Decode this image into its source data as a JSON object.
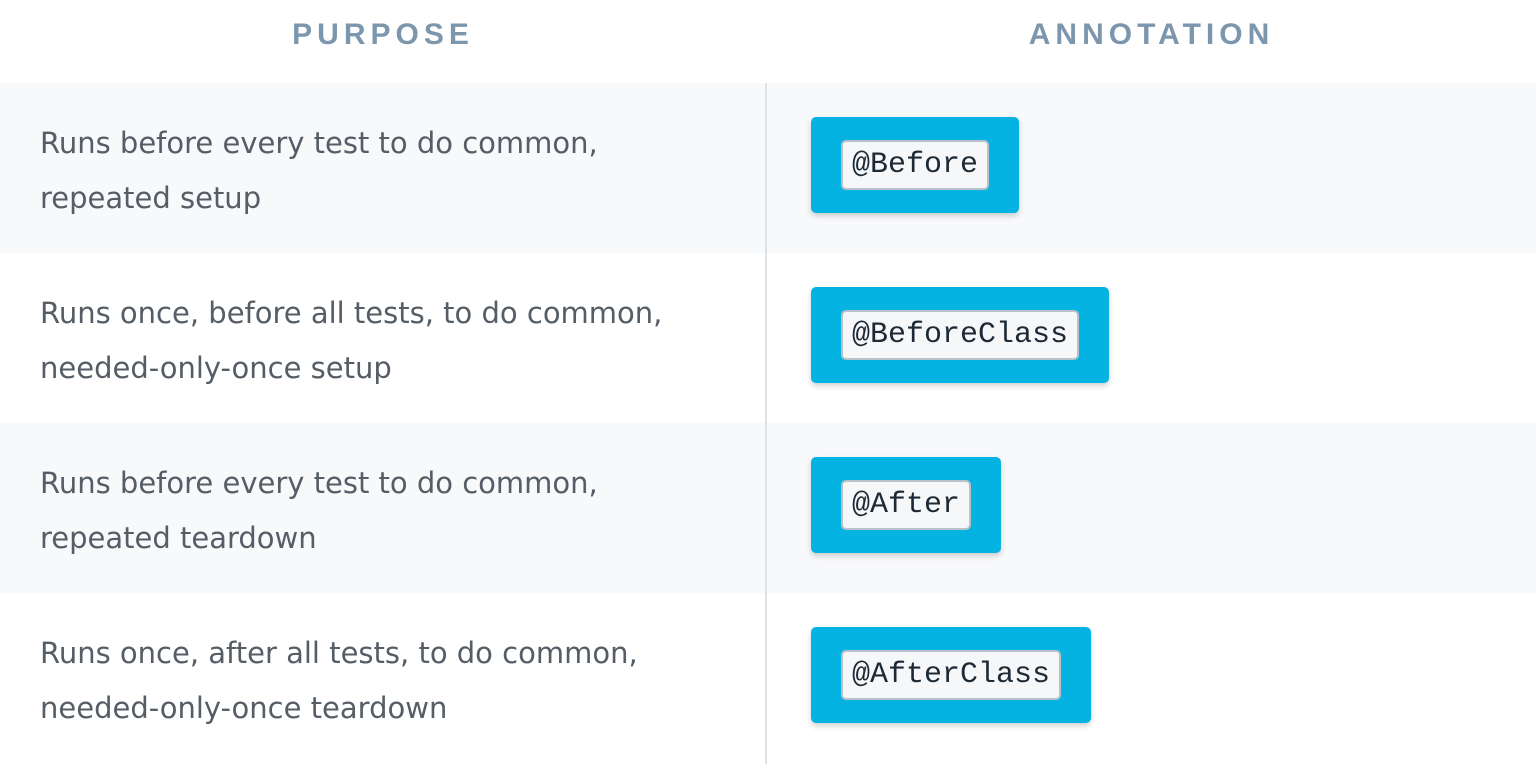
{
  "headers": {
    "purpose": "PURPOSE",
    "annotation": "ANNOTATION"
  },
  "rows": [
    {
      "purpose_line1": "Runs before every test to do common,",
      "purpose_line2": "repeated setup",
      "annotation": "@Before"
    },
    {
      "purpose_line1": "Runs once, before all tests, to do common,",
      "purpose_line2": "needed-only-once setup",
      "annotation": "@BeforeClass"
    },
    {
      "purpose_line1": "Runs before every test to do common,",
      "purpose_line2": "repeated teardown",
      "annotation": "@After"
    },
    {
      "purpose_line1": "Runs once, after all tests, to do common,",
      "purpose_line2": "needed-only-once teardown",
      "annotation": "@AfterClass"
    }
  ],
  "colors": {
    "header_text": "#7c97ad",
    "annotation_bg": "#05b3e3",
    "row_shaded": "#f8f9fb",
    "body_text": "#555d66"
  }
}
